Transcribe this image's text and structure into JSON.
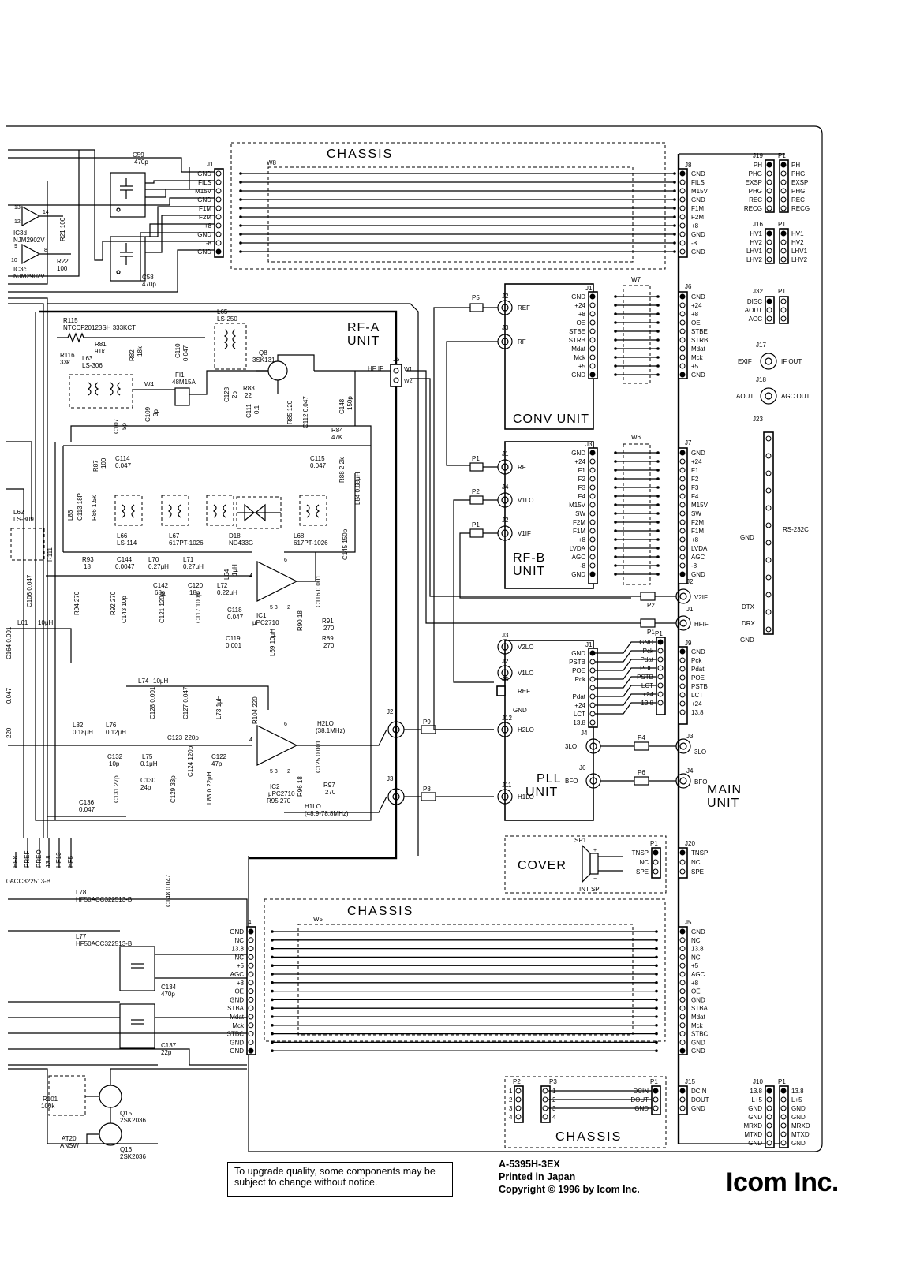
{
  "units": {
    "rf_a": "RF-A\nUNIT",
    "conv": "CONV UNIT",
    "rf_b": "RF-B\nUNIT",
    "pll": "PLL\nUNIT",
    "main": "MAIN\nUNIT",
    "cover": "COVER"
  },
  "chassis_labels": [
    "CHASSIS",
    "CHASSIS",
    "CHASSIS"
  ],
  "harness": {
    "w8": "W8",
    "w7": "W7",
    "w6": "W6",
    "w5": "W5"
  },
  "j1_left": {
    "ref": "J1",
    "pins": [
      "GND",
      "FILS",
      "M15V",
      "GND",
      "F1M",
      "F2M",
      "+8",
      "GND",
      "-8",
      "GND"
    ]
  },
  "j8_main": {
    "ref": "J8",
    "pins": [
      "GND",
      "FILS",
      "M15V",
      "GND",
      "F1M",
      "F2M",
      "+8",
      "GND",
      "-8",
      "GND"
    ]
  },
  "j19": {
    "ref": "J19",
    "pins": [
      "PH",
      "PHG",
      "EXSP",
      "PHG",
      "REC",
      "RECG"
    ]
  },
  "p1_j19": {
    "ref": "P1",
    "pins": [
      "PH",
      "PHG",
      "EXSP",
      "PHG",
      "REC",
      "RECG"
    ]
  },
  "j16": {
    "ref": "J16",
    "pins": [
      "HV1",
      "HV2",
      "LHV1",
      "LHV2"
    ]
  },
  "p1_j16": {
    "ref": "P1",
    "pins": [
      "HV1",
      "HV2",
      "LHV1",
      "LHV2"
    ]
  },
  "j32": {
    "ref": "J32",
    "pins": [
      "DISC",
      "AOUT",
      "AGC"
    ]
  },
  "p1_j32": "P1",
  "j17": {
    "ref": "J17",
    "left": "EXIF",
    "right": "IF OUT"
  },
  "j18": {
    "ref": "J18",
    "left": "AOUT",
    "right": "AGC OUT"
  },
  "j23": {
    "ref": "J23",
    "left": [
      "GND",
      "DTX",
      "DRX",
      "GND"
    ],
    "right": "RS-232C"
  },
  "conv_j1": {
    "ref": "J1",
    "pins": [
      "GND",
      "+24",
      "+8",
      "OE",
      "STBE",
      "STRB",
      "Mdat",
      "Mck",
      "+5",
      "GND"
    ]
  },
  "conv_j2": {
    "ref": "J2",
    "label": "REF"
  },
  "conv_j3": {
    "ref": "J3",
    "label": "RF"
  },
  "p5": "P5",
  "j6_main": {
    "ref": "J6",
    "pins": [
      "GND",
      "+24",
      "+8",
      "OE",
      "STBE",
      "STRB",
      "Mdat",
      "Mck",
      "+5",
      "GND"
    ]
  },
  "rfb_j3": {
    "ref": "J3",
    "pins": [
      "GND",
      "+24",
      "F1",
      "F2",
      "F3",
      "F4",
      "M15V",
      "SW",
      "F2M",
      "F1M",
      "+8",
      "LVDA",
      "AGC",
      "-8",
      "GND"
    ]
  },
  "rfb_j1": {
    "ref": "J1",
    "label": "RF"
  },
  "rfb_j4": {
    "ref": "J4",
    "label": "V1LO"
  },
  "rfb_j2": {
    "ref": "J2",
    "label": "V1IF"
  },
  "rfb_plugs": [
    "P1",
    "P2",
    "P1"
  ],
  "j7_main": {
    "ref": "J7",
    "pins": [
      "GND",
      "+24",
      "F1",
      "F2",
      "F3",
      "F4",
      "M15V",
      "SW",
      "F2M",
      "F1M",
      "+8",
      "LVDA",
      "AGC",
      "-8",
      "GND"
    ]
  },
  "main_j2": {
    "ref": "J2",
    "label": "V2IF",
    "plug": "P2"
  },
  "main_j1": {
    "ref": "J1",
    "label": "HFIF",
    "plug": "P1"
  },
  "pll_j1": {
    "ref": "J1",
    "pins": [
      "GND",
      "PSTB",
      "POE",
      "Pck",
      "",
      "Pdat",
      "+24",
      "LCT",
      "13.8"
    ]
  },
  "pll_jacks": [
    {
      "ref": "J3",
      "label": "V2LO"
    },
    {
      "ref": "J2",
      "label": "V1LO"
    },
    {
      "ref": "J5",
      "label": "REF"
    },
    {
      "ref": "J12",
      "label": "H2LO"
    },
    {
      "ref": "J11",
      "label": "H1LO"
    }
  ],
  "pll_gnd": "GND",
  "pll_p1": {
    "ref": "P1",
    "pins": [
      "GND",
      "Pck",
      "Pdat",
      "POE",
      "PSTB",
      "LCT",
      "+24",
      "13.8"
    ]
  },
  "j9_main": {
    "ref": "J9",
    "pins": [
      "GND",
      "Pck",
      "Pdat",
      "POE",
      "PSTB",
      "LCT",
      "+24",
      "13.8"
    ]
  },
  "pll_j4": {
    "ref": "J4",
    "label": "3LO",
    "plug": "P4"
  },
  "pll_j6": {
    "ref": "J6",
    "label": "BFO",
    "plug": "P6"
  },
  "main_j3": {
    "ref": "J3",
    "label": "3LO"
  },
  "main_j4": {
    "ref": "J4",
    "label": "BFO"
  },
  "rfa_j2": {
    "ref": "J2",
    "plug": "P9"
  },
  "rfa_j3": {
    "ref": "J3",
    "plug": "P8"
  },
  "rfa_j5": {
    "ref": "J5",
    "label": "HF IF",
    "w1": "W1",
    "w2": "W2"
  },
  "rf_a_parts": {
    "r115": "R115",
    "r115v": "NTCCF20123SH 333KCT",
    "r81": "R81",
    "r81v": "91k",
    "r82": "R82",
    "r82v": "18k",
    "c110": "C110",
    "c110v": "0.047",
    "l65": "L65",
    "l65v": "LS-250",
    "q8": "Q8",
    "q8v": "3SK131",
    "r116": "R116",
    "r116v": "33k",
    "l63": "L63",
    "l63v": "LS-306",
    "fi1": "FI1",
    "fi1v": "48M15A",
    "w4": "W4",
    "c128": "C128",
    "c128v": "2p",
    "r83": "R83",
    "r83v": "22",
    "c111": "C111",
    "c111v": "0.1",
    "r85": "R85 120",
    "c112": "C112 0.047",
    "c148": "C148",
    "c148v": "150p",
    "r84": "R84",
    "r84v": "47K",
    "c109": "C109",
    "c109v": "3p",
    "c107": "C107",
    "c107v": "5p",
    "r87": "R87",
    "r87v": "100",
    "c114": "C114",
    "c114v": "0.047",
    "c115": "C115",
    "c115v": "0.047",
    "r88": "R88 2.2k",
    "l84": "L84 0.68μH",
    "c113": "C113 18P",
    "r86": "R86 1.5k",
    "l86": "L86",
    "l66": "L66",
    "l66v": "LS-114",
    "l67": "L67",
    "l67v": "617PT-1026",
    "d18": "D18",
    "d18v": "ND433G",
    "l68": "L68",
    "l68v": "617PT-1026",
    "c145": "C145 150p",
    "l62": "L62",
    "l62v": "LS-309",
    "r111": "R111",
    "r93": "R93",
    "r93v": "18",
    "c144": "C144",
    "c144v": "0.0047",
    "l70": "L70",
    "l70v": "0.27μH",
    "l71": "L71",
    "l71v": "0.27μH",
    "l64": "L64",
    "l64v": "1μH",
    "r94": "R94 270",
    "r92": "R92 270",
    "c143": "C143 10p",
    "c142": "C142",
    "c142v": "68p",
    "c121": "C121 120p",
    "c120": "C120",
    "c120v": "18p",
    "c117": "C117 100p",
    "l72": "L72",
    "l72v": "0.22μH",
    "c118": "C118",
    "c118v": "0.047",
    "ic1": "IC1",
    "ic1v": "μPC2710",
    "c116": "C116 0.001",
    "r90": "R90 18",
    "r91": "R91",
    "r91v": "270",
    "r89": "R89",
    "r89v": "270",
    "c119": "C119",
    "c119v": "0.001",
    "l69": "L69 10μH",
    "l61": "L61",
    "l61v": "10μH",
    "c106": "C106 0.047",
    "l74": "L74",
    "l74v": "10μH",
    "c128b": "C128 0.001",
    "c127": "C127 0.047",
    "l73": "L73 1μH",
    "r104": "R104 220",
    "l82": "L82",
    "l82v": "0.18μH",
    "l76": "L76",
    "l76v": "0.12μH",
    "c123": "C123",
    "c123v": "220p",
    "c132": "C132",
    "c132v": "10p",
    "l75": "L75",
    "l75v": "0.1μH",
    "c124": "C124 120p",
    "c122": "C122",
    "c122v": "47p",
    "c131": "C131 27p",
    "c130": "C130",
    "c130v": "24p",
    "c129": "C129 33p",
    "l83": "L83 0.22μH",
    "c125": "C125 0.001",
    "r96": "R96 18",
    "r97": "R97",
    "r97v": "270",
    "ic2": "IC2",
    "ic2v": "μPC2710",
    "r95": "R95 270",
    "c136": "C136",
    "c136v": "0.047",
    "h2lo": "H2LO",
    "h2lov": "(38.1MHz)",
    "h1lo": "H1LO",
    "h1lov": "(48.9-78.8MHz)"
  },
  "left_parts": {
    "c59": "C59",
    "c59v": "470p",
    "c58": "C58",
    "c58v": "470p",
    "ic3d": "IC3d",
    "ic3dv": "NJM2902V",
    "ic3c": "IC3c",
    "ic3cv": "NJM2902V",
    "r21": "R21 100",
    "r22": "R22",
    "r22v": "100",
    "pin13": "13",
    "pin12": "12",
    "pin14": "14",
    "pin9": "9",
    "pin10": "10",
    "pin8": "8",
    "c164": "C164 0.001",
    "c047": "0.047",
    "r220": "220",
    "bus_labels": [
      "HF8",
      "PREF",
      "PREO",
      "13.8",
      "HF13",
      "HF5"
    ],
    "l78": "L78",
    "l78v": "HF50ACC322513-B",
    "lcut": "0ACC322513-B",
    "c148b": "C148 0.047",
    "l77": "L77",
    "l77v": "HF50ACC322513-B",
    "c134": "C134",
    "c134v": "470p",
    "c137": "C137",
    "c137v": "22p",
    "r101": "R101",
    "r101v": "100k",
    "q15": "Q15",
    "q15v": "2SK2036",
    "q16": "Q16",
    "q16v": "2SK2036",
    "at20": "AT20",
    "answ": "ANSW"
  },
  "j4_left": {
    "ref": "J4",
    "pins": [
      "GND",
      "NC",
      "13.8",
      "NC",
      "+5",
      "AGC",
      "+8",
      "OE",
      "GND",
      "STBA",
      "Mdat",
      "Mck",
      "STBC",
      "GND",
      "GND"
    ]
  },
  "j5_main": {
    "ref": "J5",
    "pins": [
      "GND",
      "NC",
      "13.8",
      "NC",
      "+5",
      "AGC",
      "+8",
      "OE",
      "GND",
      "STBA",
      "Mdat",
      "Mck",
      "STBC",
      "GND",
      "GND"
    ]
  },
  "speaker": {
    "ref": "SP1",
    "name": "INT SP",
    "p1": "P1",
    "pins": [
      "TNSP",
      "NC",
      "SPE"
    ]
  },
  "j20": {
    "ref": "J20",
    "pins": [
      "TNSP",
      "NC",
      "SPE"
    ]
  },
  "dc_block": {
    "p2": "P2",
    "p3": "P3",
    "p1": "P1",
    "nums": [
      "1",
      "2",
      "3",
      "4"
    ],
    "pins": [
      "DCIN",
      "DOUT",
      "GND"
    ]
  },
  "j15": {
    "ref": "J15",
    "pins": [
      "DCIN",
      "DOUT",
      "GND"
    ]
  },
  "j10": {
    "ref": "J10",
    "pins": [
      "13.8",
      "L+5",
      "GND",
      "GND",
      "MRXD",
      "MTXD",
      "GND"
    ]
  },
  "p1_j10": {
    "ref": "P1",
    "pins": [
      "13.8",
      "L+5",
      "GND",
      "GND",
      "MRXD",
      "MTXD",
      "GND"
    ]
  },
  "footer": {
    "notice": "To upgrade quality, some components may be subject to change without notice.",
    "doc_number": "A-5395H-3EX",
    "printed": "Printed in Japan",
    "copyright": "Copyright © 1996 by Icom Inc.",
    "brand": "Icom Inc."
  }
}
